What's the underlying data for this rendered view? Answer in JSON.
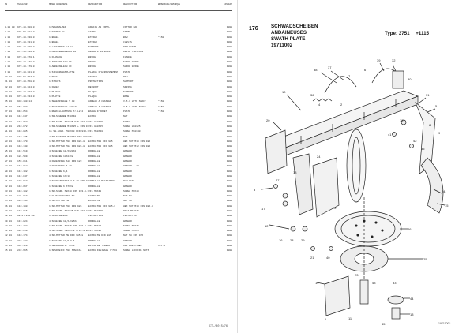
{
  "parts_list": {
    "headers": [
      "MB",
      "TEILE-NR",
      "MENGE BENENNUNG",
      "DESIGNATION",
      "DESCRIPTION",
      "BEMERKUNG/REMARQUE",
      "EINHEIT"
    ],
    "rows": [
      [
        "0.00 00",
        "975.48.000.0",
        "1 MAEHWALZEN",
        "ANDAIN AS COMPL",
        "COTTER BAR",
        "",
        "1001"
      ],
      [
        "1 00",
        "975.50.021.0",
        "1 RAHMEN 11",
        "CADRE",
        "FRAME",
        "",
        "1001"
      ],
      [
        "2 00",
        "975.48.030.0",
        "1 BUGEL",
        "ETRIER",
        "BOW",
        "*150",
        "1001"
      ],
      [
        "3 00",
        "975.48.031.0",
        "1 BUGEL",
        "ETRIER",
        "CLEVIS",
        "",
        "1001"
      ],
      [
        "4 00",
        "975.48.036.0",
        "1 LAGERBOCK LI.12",
        "SUPPORT",
        "DEFLECTOR",
        "",
        "1001"
      ],
      [
        "5 00",
        "978.48.038.0",
        "1 ANTRIEBSRIEMEN 40",
        "ARBRE D'ENTRAIN.",
        "DRIVE TORSIONS",
        "",
        "1001"
      ],
      [
        "6 00",
        "978.48.070.1",
        "1 FLANSCH",
        "BRIDE",
        "FLANGE",
        "",
        "1001"
      ],
      [
        "7 00",
        "978.48.178.0",
        "1 ABDECKBLECH RE",
        "BRIDE",
        "SLIDE GUIDE",
        "",
        "1001"
      ],
      [
        "8 00",
        "978.48.179.0",
        "1 ABDECKBLECH LI",
        "BRIDE",
        "SLIDE GUIDE",
        "",
        "1001"
      ],
      [
        "9 00",
        "978.48.021.0",
        "1 SICHERUNGSPLATTE",
        "PLAQUE D'ECROUSSEMENT",
        "PLATE",
        "",
        "1001"
      ],
      [
        "10 00",
        "978.58.057.0",
        "1 BUGEL",
        "ETRIER",
        "BOW",
        "",
        "1001"
      ],
      [
        "11 00",
        "978.48.058.0",
        "1 STRUTS",
        "PROTECTION",
        "SUPPORT",
        "",
        "1001"
      ],
      [
        "12 00",
        "978.48.024.0",
        "1 FEDER",
        "RESSORT",
        "SPRING",
        "",
        "1001"
      ],
      [
        "13 00",
        "978.48.033.0",
        "1 PLATTE",
        "PLAQUE",
        "SUPPORT",
        "",
        "1001"
      ],
      [
        "14 00",
        "978.48.034.0",
        "1 PLATTE",
        "PLAQUE",
        "BASE",
        "",
        "1001"
      ],
      [
        "15 00",
        "940.180.14",
        "1 SEGERRINGLE 5 40",
        "ANNEAU A CHASSER",
        "V.5.0 HTTP SHAFT",
        "*150",
        "1001"
      ],
      [
        "16 00",
        "967.000",
        "1 SEGERRINGLE 720/40",
        "ANNEAU A CHASSER",
        "V.5.0 HTTP SHAFT",
        "*150",
        "1001"
      ],
      [
        "17 00",
        "910.054",
        "1 RENKELLAUSTUNG T/-L2.2",
        "BAGUE D'ARRET",
        "PLATE",
        "*150",
        "1001"
      ],
      [
        "18 00",
        "118.047",
        "1 SN-SCHEIBE M10X40",
        "ECROU",
        "NUT",
        "",
        "1001"
      ],
      [
        "19 00",
        "110.063",
        "1 SN-SCHR. M10X25 DIN 933-8.8",
        "VIS H10X25",
        "SCREW",
        "",
        "1001"
      ],
      [
        "20 00",
        "210.072",
        "1 SN-SCHEIBE M10X25 + DIN 933-8.8",
        "VIS H10X25",
        "SCREW H10X25",
        "",
        "1001"
      ],
      [
        "21 00",
        "110.085",
        "16 SN-SCHR. M10X40 DIN 933-8.8",
        "VIS M10X40",
        "SCREW M10X40",
        "",
        "1001"
      ],
      [
        "22 00",
        "110.275",
        "4 SN-SCHEIBE M10X40 DIN 933-8.8",
        "VIS",
        "NUT",
        "",
        "1001"
      ],
      [
        "23 00",
        "110.170",
        "1 SK-MUTTER M10 DIN 985-8",
        "ECROU M10 DIN 985",
        "HEX NUT M10 DIN 985",
        "",
        "1001"
      ],
      [
        "24 00",
        "110.140",
        "4 SK-MUTTER M12 DIN 985-8",
        "ECROU M12 DIN 985",
        "HEX NUT M12 DIN 985",
        "",
        "1001"
      ],
      [
        "25 00",
        "118.519",
        "4 SCHEIBE 10,5X20X2",
        "RONDELLE",
        "WASHER",
        "",
        "1001"
      ],
      [
        "26 00",
        "181.509",
        "4 SCHEIBE 13X24X2",
        "RONDELLE",
        "WASHER",
        "",
        "1001"
      ],
      [
        "27 00",
        "159.011",
        "4 FEDERRING A10 DIN 128",
        "RONDELLE",
        "WASHER",
        "",
        "1001"
      ],
      [
        "28 00",
        "118.012",
        "4 FEDERRING A 10",
        "RONDELLE",
        "WASHER A 10",
        "",
        "1001"
      ],
      [
        "29 00",
        "118.102",
        "1 SCHEIBE 6,4",
        "RONDELLE",
        "WASHER",
        "",
        "1001"
      ],
      [
        "30 00",
        "118.047",
        "1 SCHEIBE 17/10",
        "RONDELLE",
        "WASHER",
        "",
        "1001"
      ],
      [
        "31 00",
        "173.910",
        "4 SCHRAUBSTIFT 3 X 40 DIN 7346",
        "GOUPILLE MECANINDEX",
        "PULLPIN",
        "",
        "1001"
      ],
      [
        "32 00",
        "110.067",
        "1 SCHEIBE 6 X76X2",
        "RONDELLE",
        "WASHER",
        "",
        "1001"
      ],
      [
        "33 00",
        "110.182",
        "1 SK-SCHR. M8X40 DIN 933-8.8",
        "VIS M8X40",
        "SCREW M8X40",
        "",
        "1001"
      ],
      [
        "34 00",
        "121.017",
        "1 GLASSCHRAUBER M8",
        "ECROU M8",
        "NUT M8",
        "",
        "1001"
      ],
      [
        "35 00",
        "110.144",
        "1 SK-MUTTER M8",
        "ECROU M8",
        "NUT M8",
        "",
        "1001"
      ],
      [
        "36 00",
        "110.180",
        "1 SK-MUTTER M10 DIN 985",
        "ECROU M10 DIN 985-8",
        "HEX NUT M10 DIN 985-8",
        "",
        "1001"
      ],
      [
        "37 00",
        "110.016",
        "1 SK-SCHR. M10X25 DIN 933-8.8",
        "VIS M10X25",
        "BOLT M10X25",
        "",
        "1001"
      ],
      [
        "38 00",
        "9211.7200.00",
        "1 SCHUTZBLECH",
        "PROTECTION",
        "PROTECTION",
        "",
        "1001"
      ],
      [
        "39 00",
        "119.024",
        "4 SCHEIBE 10,5/X25X2",
        "RONDELLE",
        "WASHER",
        "",
        "1001"
      ],
      [
        "40 00",
        "118.208",
        "1 SK-SCHR. M8X25 DIN 933-8.8",
        "VIS M8X25",
        "SCREW M8X25",
        "",
        "1001"
      ],
      [
        "41 00",
        "101.059",
        "4 SK-SCHR. M8X25-8 8/10.9 8K",
        "VIS M8X25",
        "SCREW M8X25",
        "",
        "1001"
      ],
      [
        "42 00",
        "110.174",
        "4 SK-MUTTER M8 DIN 985-8",
        "ECROU M8 DIN 985",
        "NUT M8 DIN 985",
        "",
        "1001"
      ],
      [
        "43 00",
        "342.128",
        "1 SCHEIBE 10,5 X 4",
        "RONDELLE",
        "WASHER",
        "",
        "1001"
      ],
      [
        "44 00",
        "342.129",
        "1 SECHSKANTL. 2X50",
        "BILLE DE TIGEUR",
        "OIL BAR LINED",
        "1.P.I",
        "1001"
      ],
      [
        "45 00",
        "243.965",
        "1 SPERREIFF M10 SPECIAL",
        "ECROU FREINAGE 1'M10",
        "SCREW LOCKING NUTS",
        "",
        "1001"
      ]
    ],
    "footer_code": "CTL/80 S/76"
  },
  "right_page": {
    "page_number": "176",
    "title_de": "SCHWADSCHEIBEN",
    "title_fr": "ANDAINEUSES",
    "title_en": "SWATH PLATE",
    "date_code": "19711002",
    "type_label": "Type: 3751",
    "type_suffix": "+1115",
    "diagram_code": "19711002",
    "callouts": [
      "38",
      "37",
      "39",
      "32",
      "31",
      "5",
      "10",
      "20",
      "36",
      "7",
      "6",
      "30",
      "4",
      "2",
      "3",
      "17",
      "12",
      "16",
      "28",
      "29",
      "21",
      "40",
      "19",
      "41",
      "42",
      "35",
      "34",
      "15",
      "18",
      "26",
      "25",
      "24",
      "22",
      "23",
      "14",
      "1",
      "44",
      "13",
      "11",
      "27",
      "45",
      "8",
      "9",
      "33",
      "43"
    ]
  }
}
